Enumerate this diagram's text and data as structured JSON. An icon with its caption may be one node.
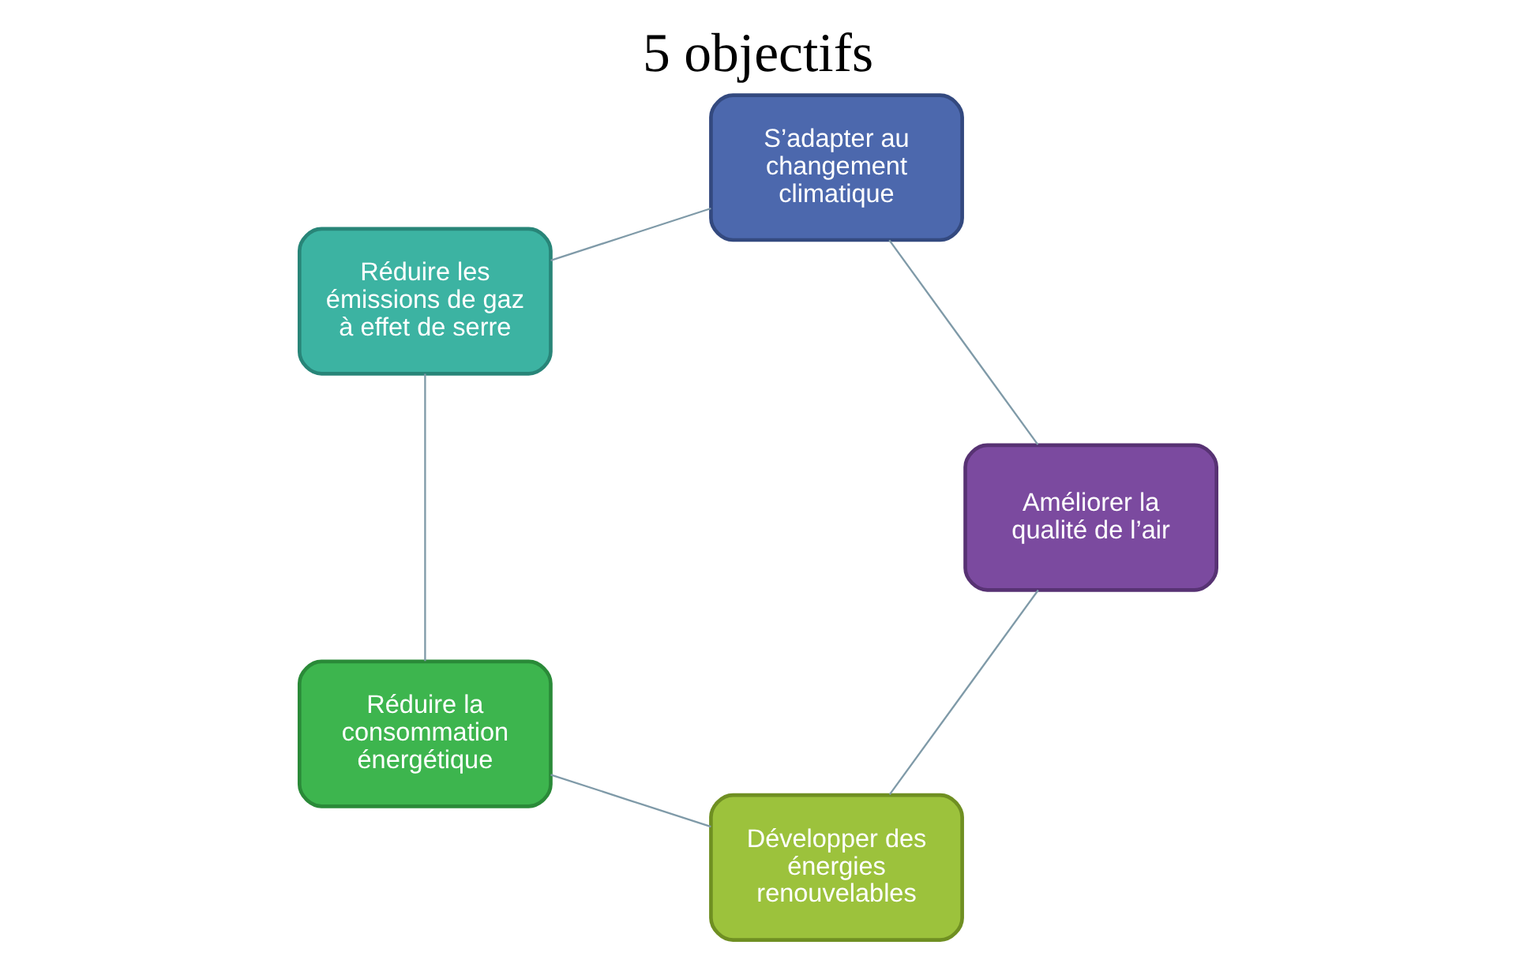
{
  "diagram": {
    "title": "5 objectifs",
    "nodes": [
      {
        "text": [
          "Développer des énergies renouvelables"
        ]
      },
      {
        "text": [
          "Réduire la consommation énergétique"
        ]
      },
      {
        "text": [
          "Réduire les émissions de gaz à effet de serre"
        ]
      },
      {
        "text": [
          "S’adapter au changement climatique"
        ]
      },
      {
        "text": [
          "Améliorer la qualité de l’air"
        ]
      }
    ],
    "edges": [
      {
        "from": 0,
        "to": 1,
        "arrow": "none"
      },
      {
        "from": 1,
        "to": 2,
        "arrow": "none"
      },
      {
        "from": 2,
        "to": 3,
        "arrow": "none"
      },
      {
        "from": 3,
        "to": 4,
        "arrow": "none"
      },
      {
        "from": 4,
        "to": 0,
        "arrow": "none"
      }
    ]
  }
}
